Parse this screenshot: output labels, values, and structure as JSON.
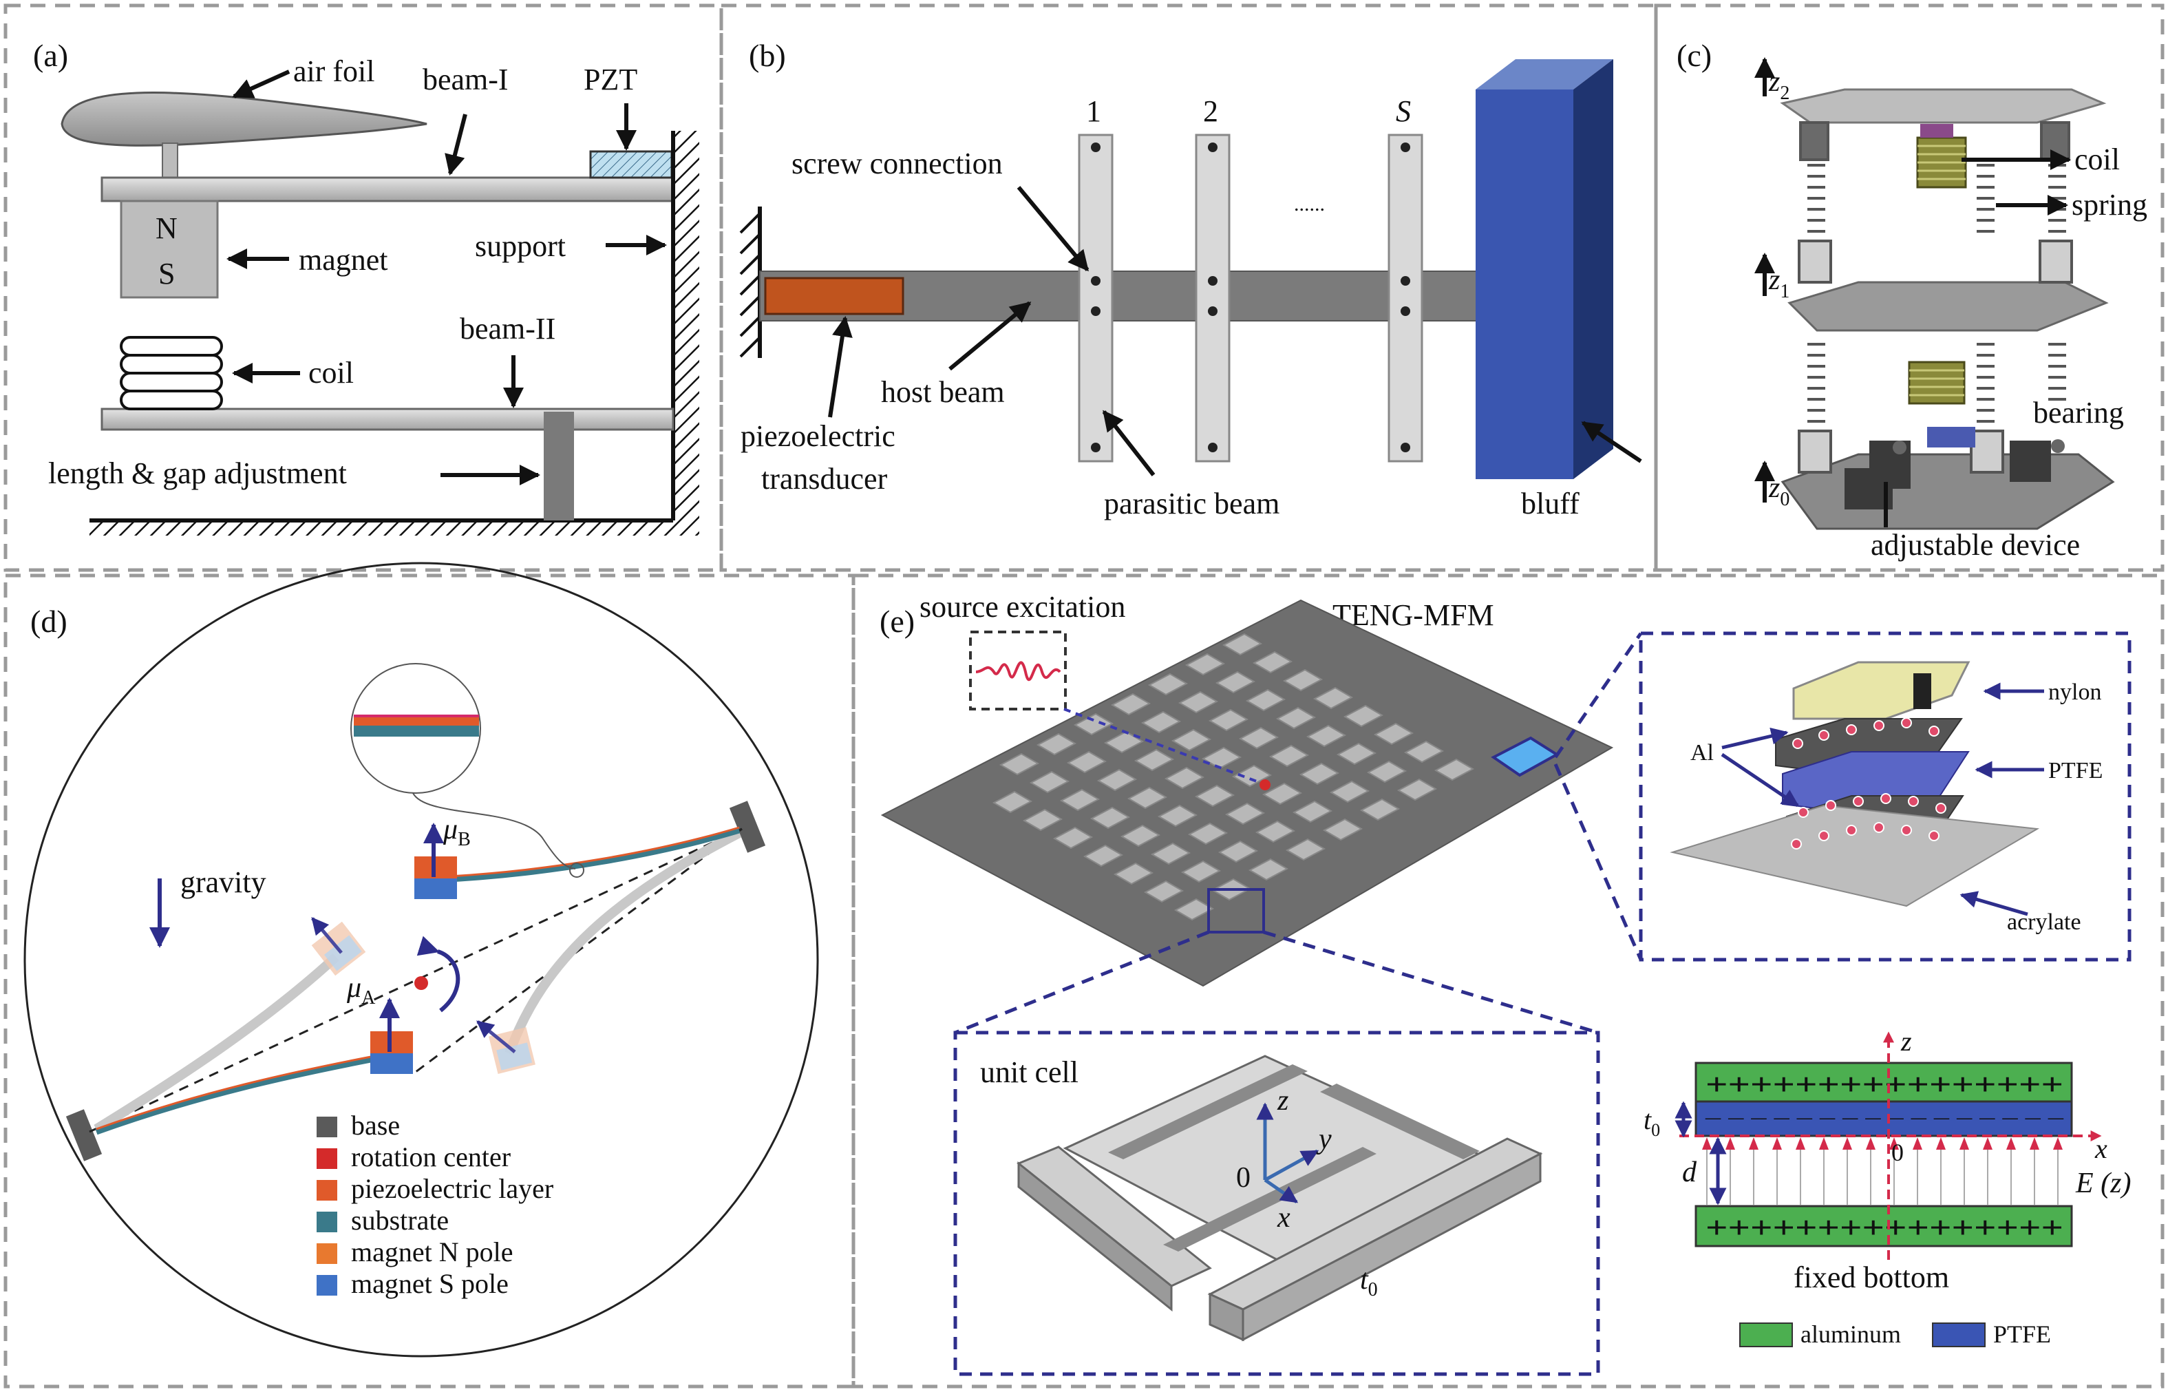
{
  "panels": {
    "a": {
      "label": "(a)",
      "air_foil": "air foil",
      "beam_1": "beam-I",
      "pzt": "PZT",
      "magnet_n": "N",
      "magnet_s": "S",
      "magnet": "magnet",
      "support": "support",
      "coil": "coil",
      "beam_2": "beam-II",
      "adjustment": "length & gap adjustment"
    },
    "b": {
      "label": "(b)",
      "screw": "screw connection",
      "beam_1": "1",
      "beam_2": "2",
      "beam_s": "S",
      "dots": "......",
      "host_beam": "host beam",
      "piezo_1": "piezoelectric",
      "piezo_2": "transducer",
      "parasitic": "parasitic beam",
      "bluff": "bluff"
    },
    "c": {
      "label": "(c)",
      "z2": "z",
      "z2_sub": "2",
      "z1": "z",
      "z1_sub": "1",
      "z0": "z",
      "z0_sub": "0",
      "coil": "coil",
      "spring": "spring",
      "bearing": "bearing",
      "adjustable": "adjustable device"
    },
    "d": {
      "label": "(d)",
      "gravity": "gravity",
      "mu_b": "μ",
      "mu_b_sub": "B",
      "mu_a": "μ",
      "mu_a_sub": "A",
      "legend": [
        {
          "label": "base",
          "color": "#5a5a5a"
        },
        {
          "label": "rotation center",
          "color": "#d42a2a"
        },
        {
          "label": "piezoelectric layer",
          "color": "#e05a2a"
        },
        {
          "label": "substrate",
          "color": "#3a7a8a"
        },
        {
          "label": "magnet N pole",
          "color": "#e8792f"
        },
        {
          "label": "magnet S pole",
          "color": "#3f72c6"
        }
      ]
    },
    "e": {
      "label": "(e)",
      "source": "source excitation",
      "teng": "TENG-MFM",
      "nylon": "nylon",
      "al": "Al",
      "ptfe": "PTFE",
      "acrylate": "acrylate",
      "unit_cell": "unit cell",
      "axis_z": "z",
      "axis_y": "y",
      "axis_x": "x",
      "origin": "0",
      "t0": "t",
      "t0_sub": "0",
      "cs_z": "z",
      "cs_x": "x",
      "cs_t0": "t",
      "cs_t0_sub": "0",
      "cs_origin": "0",
      "cs_d": "d",
      "cs_e": "E (z)",
      "plus_row": "++++++++++++++++",
      "minus_row": "– – – – – – – – – – – – – – – –",
      "fixed_bottom": "fixed bottom",
      "legend_aluminum": "aluminum",
      "legend_ptfe": "PTFE",
      "color_aluminum": "#4caf50",
      "color_ptfe": "#3a55b4"
    }
  }
}
